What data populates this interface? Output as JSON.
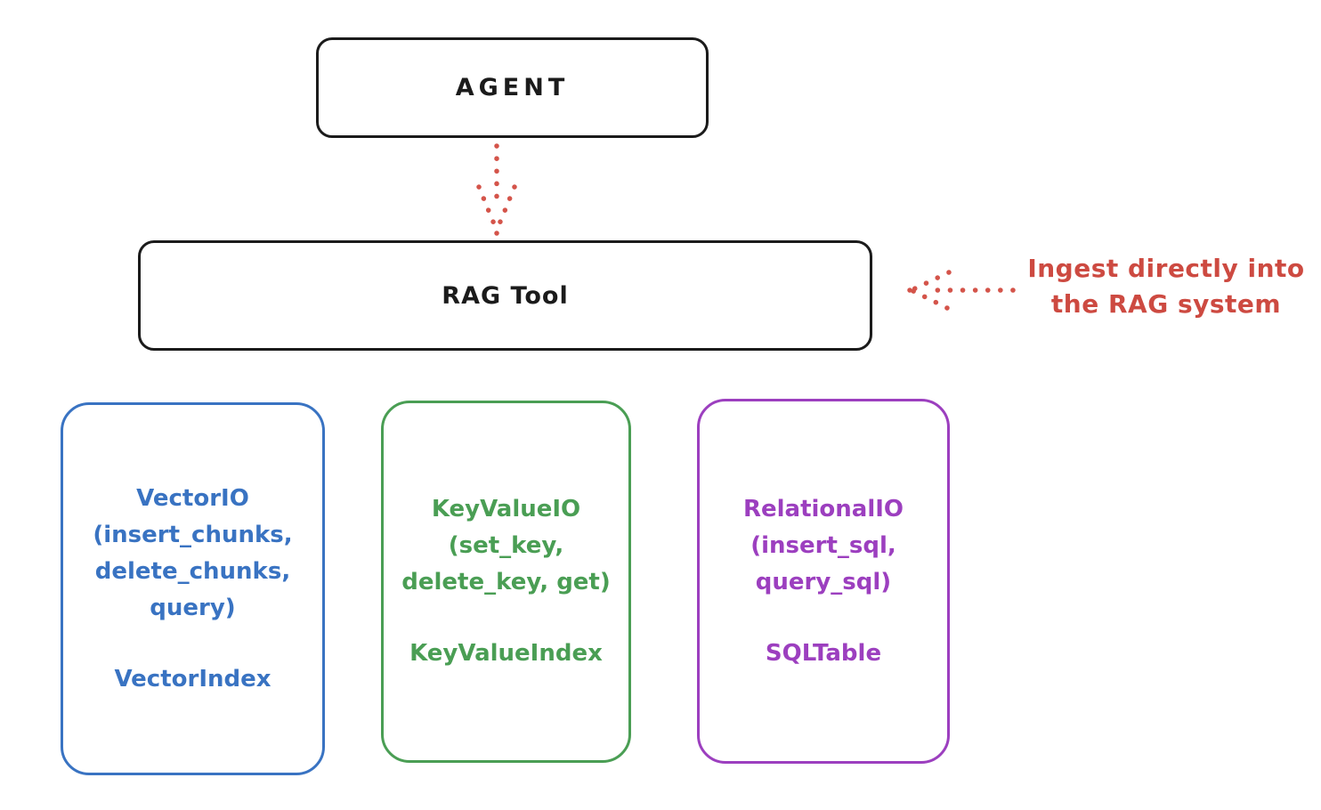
{
  "colors": {
    "stroke_black": "#1b1b1b",
    "annotation_red": "#cd4a41",
    "vector_blue": "#3973c2",
    "keyvalue_green": "#4a9e54",
    "relational_purple": "#9c3fbf"
  },
  "agent": {
    "label": "AGENT"
  },
  "rag_tool": {
    "label": "RAG Tool"
  },
  "annotation": {
    "line1": "Ingest directly into",
    "line2": "the RAG system"
  },
  "io_boxes": [
    {
      "lines": [
        "VectorIO",
        "(insert_chunks,",
        "delete_chunks,",
        "query)"
      ],
      "index_label": "VectorIndex",
      "color": "#3973c2"
    },
    {
      "lines": [
        "KeyValueIO",
        "(set_key,",
        "delete_key, get)"
      ],
      "index_label": "KeyValueIndex",
      "color": "#4a9e54"
    },
    {
      "lines": [
        "RelationalIO",
        "(insert_sql,",
        "query_sql)"
      ],
      "index_label": "SQLTable",
      "color": "#9c3fbf"
    }
  ]
}
